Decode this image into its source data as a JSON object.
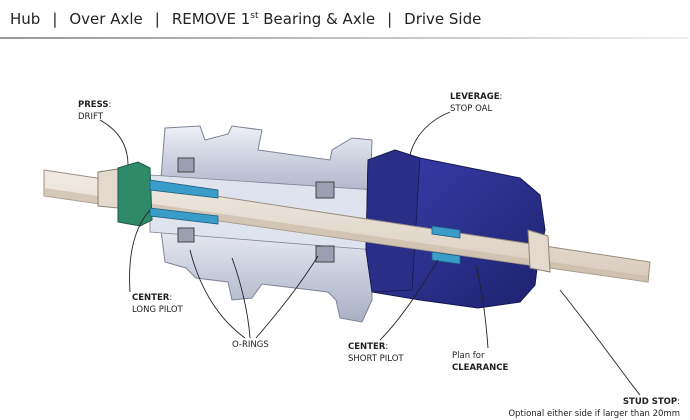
{
  "breadcrumb": {
    "items": [
      "Hub",
      "Over Axle",
      "REMOVE 1st Bearing & Axle",
      "Drive Side"
    ],
    "item3_main": "REMOVE 1",
    "item3_sup": "st",
    "item3_rest": " Bearing & Axle",
    "separator": "|"
  },
  "labels": {
    "press": {
      "title": "PRESS",
      "colon": ":",
      "sub": "DRIFT"
    },
    "leverage": {
      "title": "LEVERAGE",
      "colon": ":",
      "sub": "STOP OAL"
    },
    "center_long": {
      "title": "CENTER",
      "colon": ":",
      "sub": "LONG PILOT"
    },
    "orings": {
      "title": "O-RINGS"
    },
    "center_short": {
      "title": "CENTER",
      "colon": ":",
      "sub": "SHORT PILOT"
    },
    "clearance": {
      "line1": "Plan for",
      "line2": "CLEARANCE"
    },
    "stud_stop": {
      "title": "STUD STOP",
      "colon": ":",
      "sub": "Optional either side if larger than 20mm"
    }
  },
  "colors": {
    "rod": "#e6dcd0",
    "rod_stroke": "#9b8f82",
    "drift": "#2f8a6a",
    "stop": "#2b2f8e",
    "stop_dark": "#1c1f66",
    "hub": "#d3d7e4",
    "hub_stroke": "#7d8296",
    "seal": "#3a9cc8"
  },
  "icons": {
    "separator": "vertical-bar"
  }
}
